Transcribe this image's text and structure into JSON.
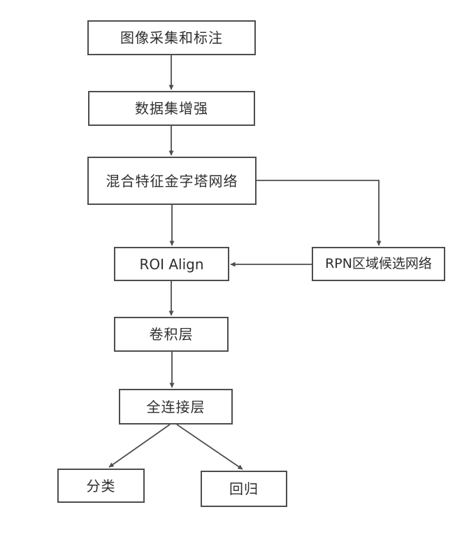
{
  "diagram": {
    "type": "flowchart",
    "nodes": {
      "capture": {
        "label": "图像采集和标注"
      },
      "augment": {
        "label": "数据集增强"
      },
      "fpn": {
        "label": "混合特征金字塔网络"
      },
      "roi_align": {
        "label": "ROI Align"
      },
      "rpn": {
        "label": "RPN区域候选网络"
      },
      "conv": {
        "label": "卷积层"
      },
      "fc": {
        "label": "全连接层"
      },
      "classify": {
        "label": "分类"
      },
      "regress": {
        "label": "回归"
      }
    },
    "edges": [
      {
        "from": "capture",
        "to": "augment",
        "direction": "down"
      },
      {
        "from": "augment",
        "to": "fpn",
        "direction": "down"
      },
      {
        "from": "fpn",
        "to": "roi_align",
        "direction": "down"
      },
      {
        "from": "fpn",
        "to": "rpn",
        "direction": "right-then-down"
      },
      {
        "from": "rpn",
        "to": "roi_align",
        "direction": "left"
      },
      {
        "from": "roi_align",
        "to": "conv",
        "direction": "down"
      },
      {
        "from": "conv",
        "to": "fc",
        "direction": "down"
      },
      {
        "from": "fc",
        "to": "classify",
        "direction": "diagonal-down-left"
      },
      {
        "from": "fc",
        "to": "regress",
        "direction": "diagonal-down-right"
      }
    ],
    "colors": {
      "background": "#ffffff",
      "box_border": "#4d4d4d",
      "connector": "#4d4d4d",
      "text": "#2e2e2e"
    }
  }
}
